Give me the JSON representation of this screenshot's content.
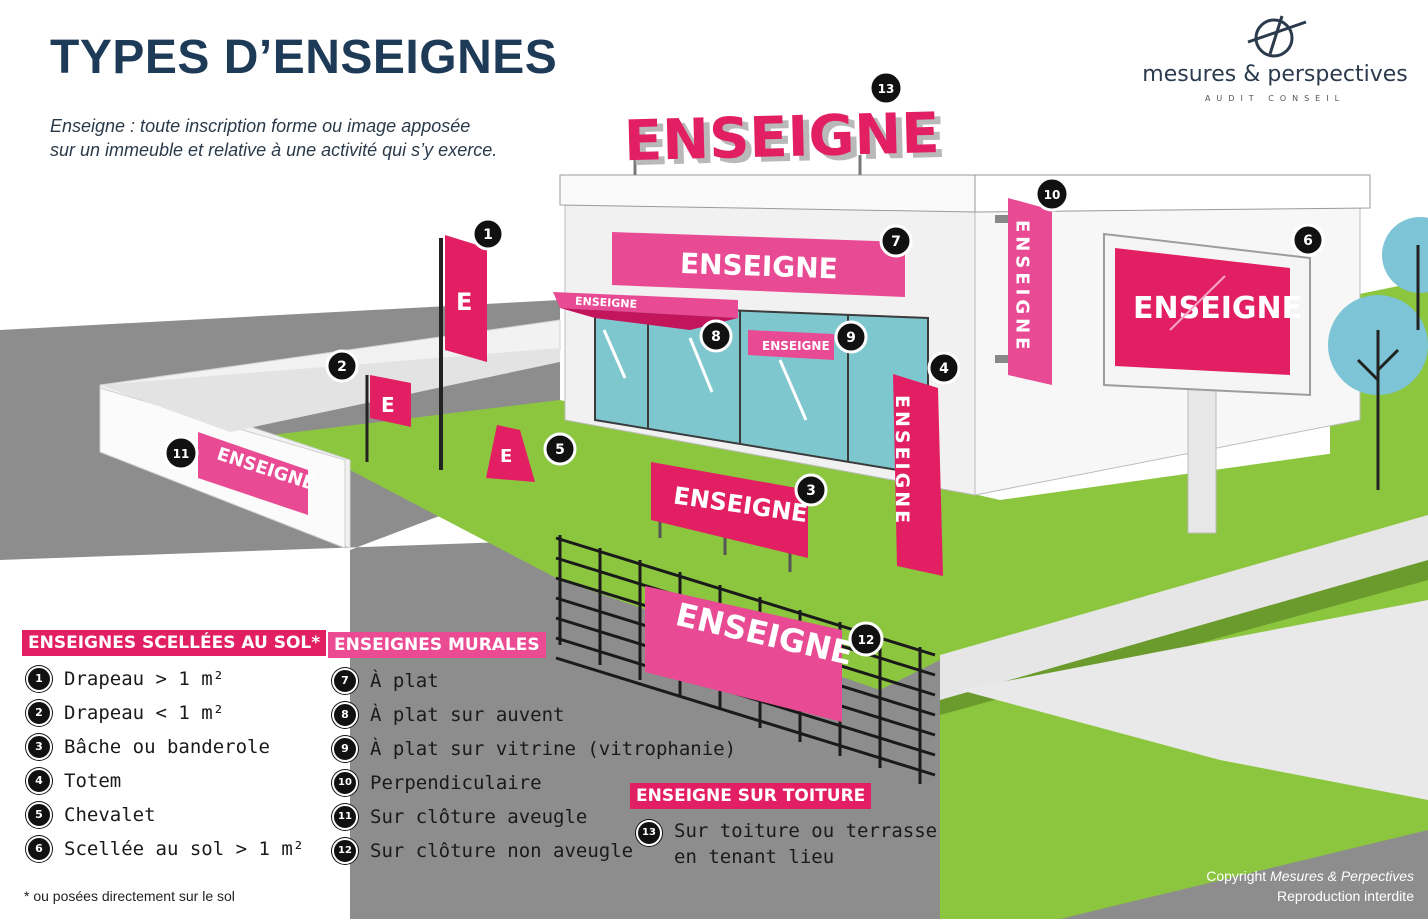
{
  "header": {
    "title": "TYPES D’ENSEIGNES",
    "subtitle_line1": "Enseigne : toute inscription forme ou image apposée",
    "subtitle_line2": "sur un immeuble et relative à une activité qui s’y exerce."
  },
  "logo": {
    "name": "mesures & perspectives",
    "tagline": "AUDIT CONSEIL"
  },
  "signs": {
    "rooftop": "ENSEIGNE",
    "wall_flat": "ENSEIGNE",
    "awning": "ENSEIGNE",
    "window": "ENSEIGNE",
    "perpendicular": "ENSEIGNE",
    "billboard": "ENSEIGNE",
    "totem": "ENSEIGNE",
    "banner": "ENSEIGNE",
    "blind_fence": "ENSEIGNE",
    "open_fence": "ENSEIGNE",
    "flag_large": "E",
    "flag_small": "E",
    "easel": "E"
  },
  "markers": {
    "flag_large": "1",
    "flag_small": "2",
    "banner": "3",
    "totem": "4",
    "easel": "5",
    "billboard": "6",
    "wall_flat": "7",
    "awning": "8",
    "window": "9",
    "perpendicular": "10",
    "blind_fence": "11",
    "open_fence": "12",
    "rooftop": "13"
  },
  "legend": {
    "ground": {
      "heading": "ENSEIGNES SCELLÉES AU SOL*",
      "items": [
        {
          "num": "1",
          "text": "Drapeau > 1 m²"
        },
        {
          "num": "2",
          "text": "Drapeau < 1 m²"
        },
        {
          "num": "3",
          "text": "Bâche ou banderole"
        },
        {
          "num": "4",
          "text": "Totem"
        },
        {
          "num": "5",
          "text": "Chevalet"
        },
        {
          "num": "6",
          "text": "Scellée au sol > 1 m²"
        }
      ]
    },
    "wall": {
      "heading": "ENSEIGNES MURALES",
      "items": [
        {
          "num": "7",
          "text": "À plat"
        },
        {
          "num": "8",
          "text": "À plat sur auvent"
        },
        {
          "num": "9",
          "text": "À plat sur vitrine (vitrophanie)"
        },
        {
          "num": "10",
          "text": "Perpendiculaire"
        },
        {
          "num": "11",
          "text": "Sur clôture aveugle"
        },
        {
          "num": "12",
          "text": "Sur clôture non aveugle"
        }
      ]
    },
    "roof": {
      "heading": "ENSEIGNE SUR TOITURE",
      "items": [
        {
          "num": "13",
          "text_line1": "Sur toiture ou terrasse",
          "text_line2": "en tenant lieu"
        }
      ]
    }
  },
  "footnote": "* ou posées directement sur le sol",
  "copyright": {
    "prefix": "Copyright",
    "owner": "Mesures & Perpectives",
    "notice": "Reproduction interdite"
  },
  "colors": {
    "title": "#1d3a57",
    "magenta": "#e21f63",
    "pink": "#ea4b93",
    "grass": "#8cc63f",
    "road": "#8a8a8a",
    "glass": "#7fc7cf",
    "tree": "#7cc4d6"
  }
}
